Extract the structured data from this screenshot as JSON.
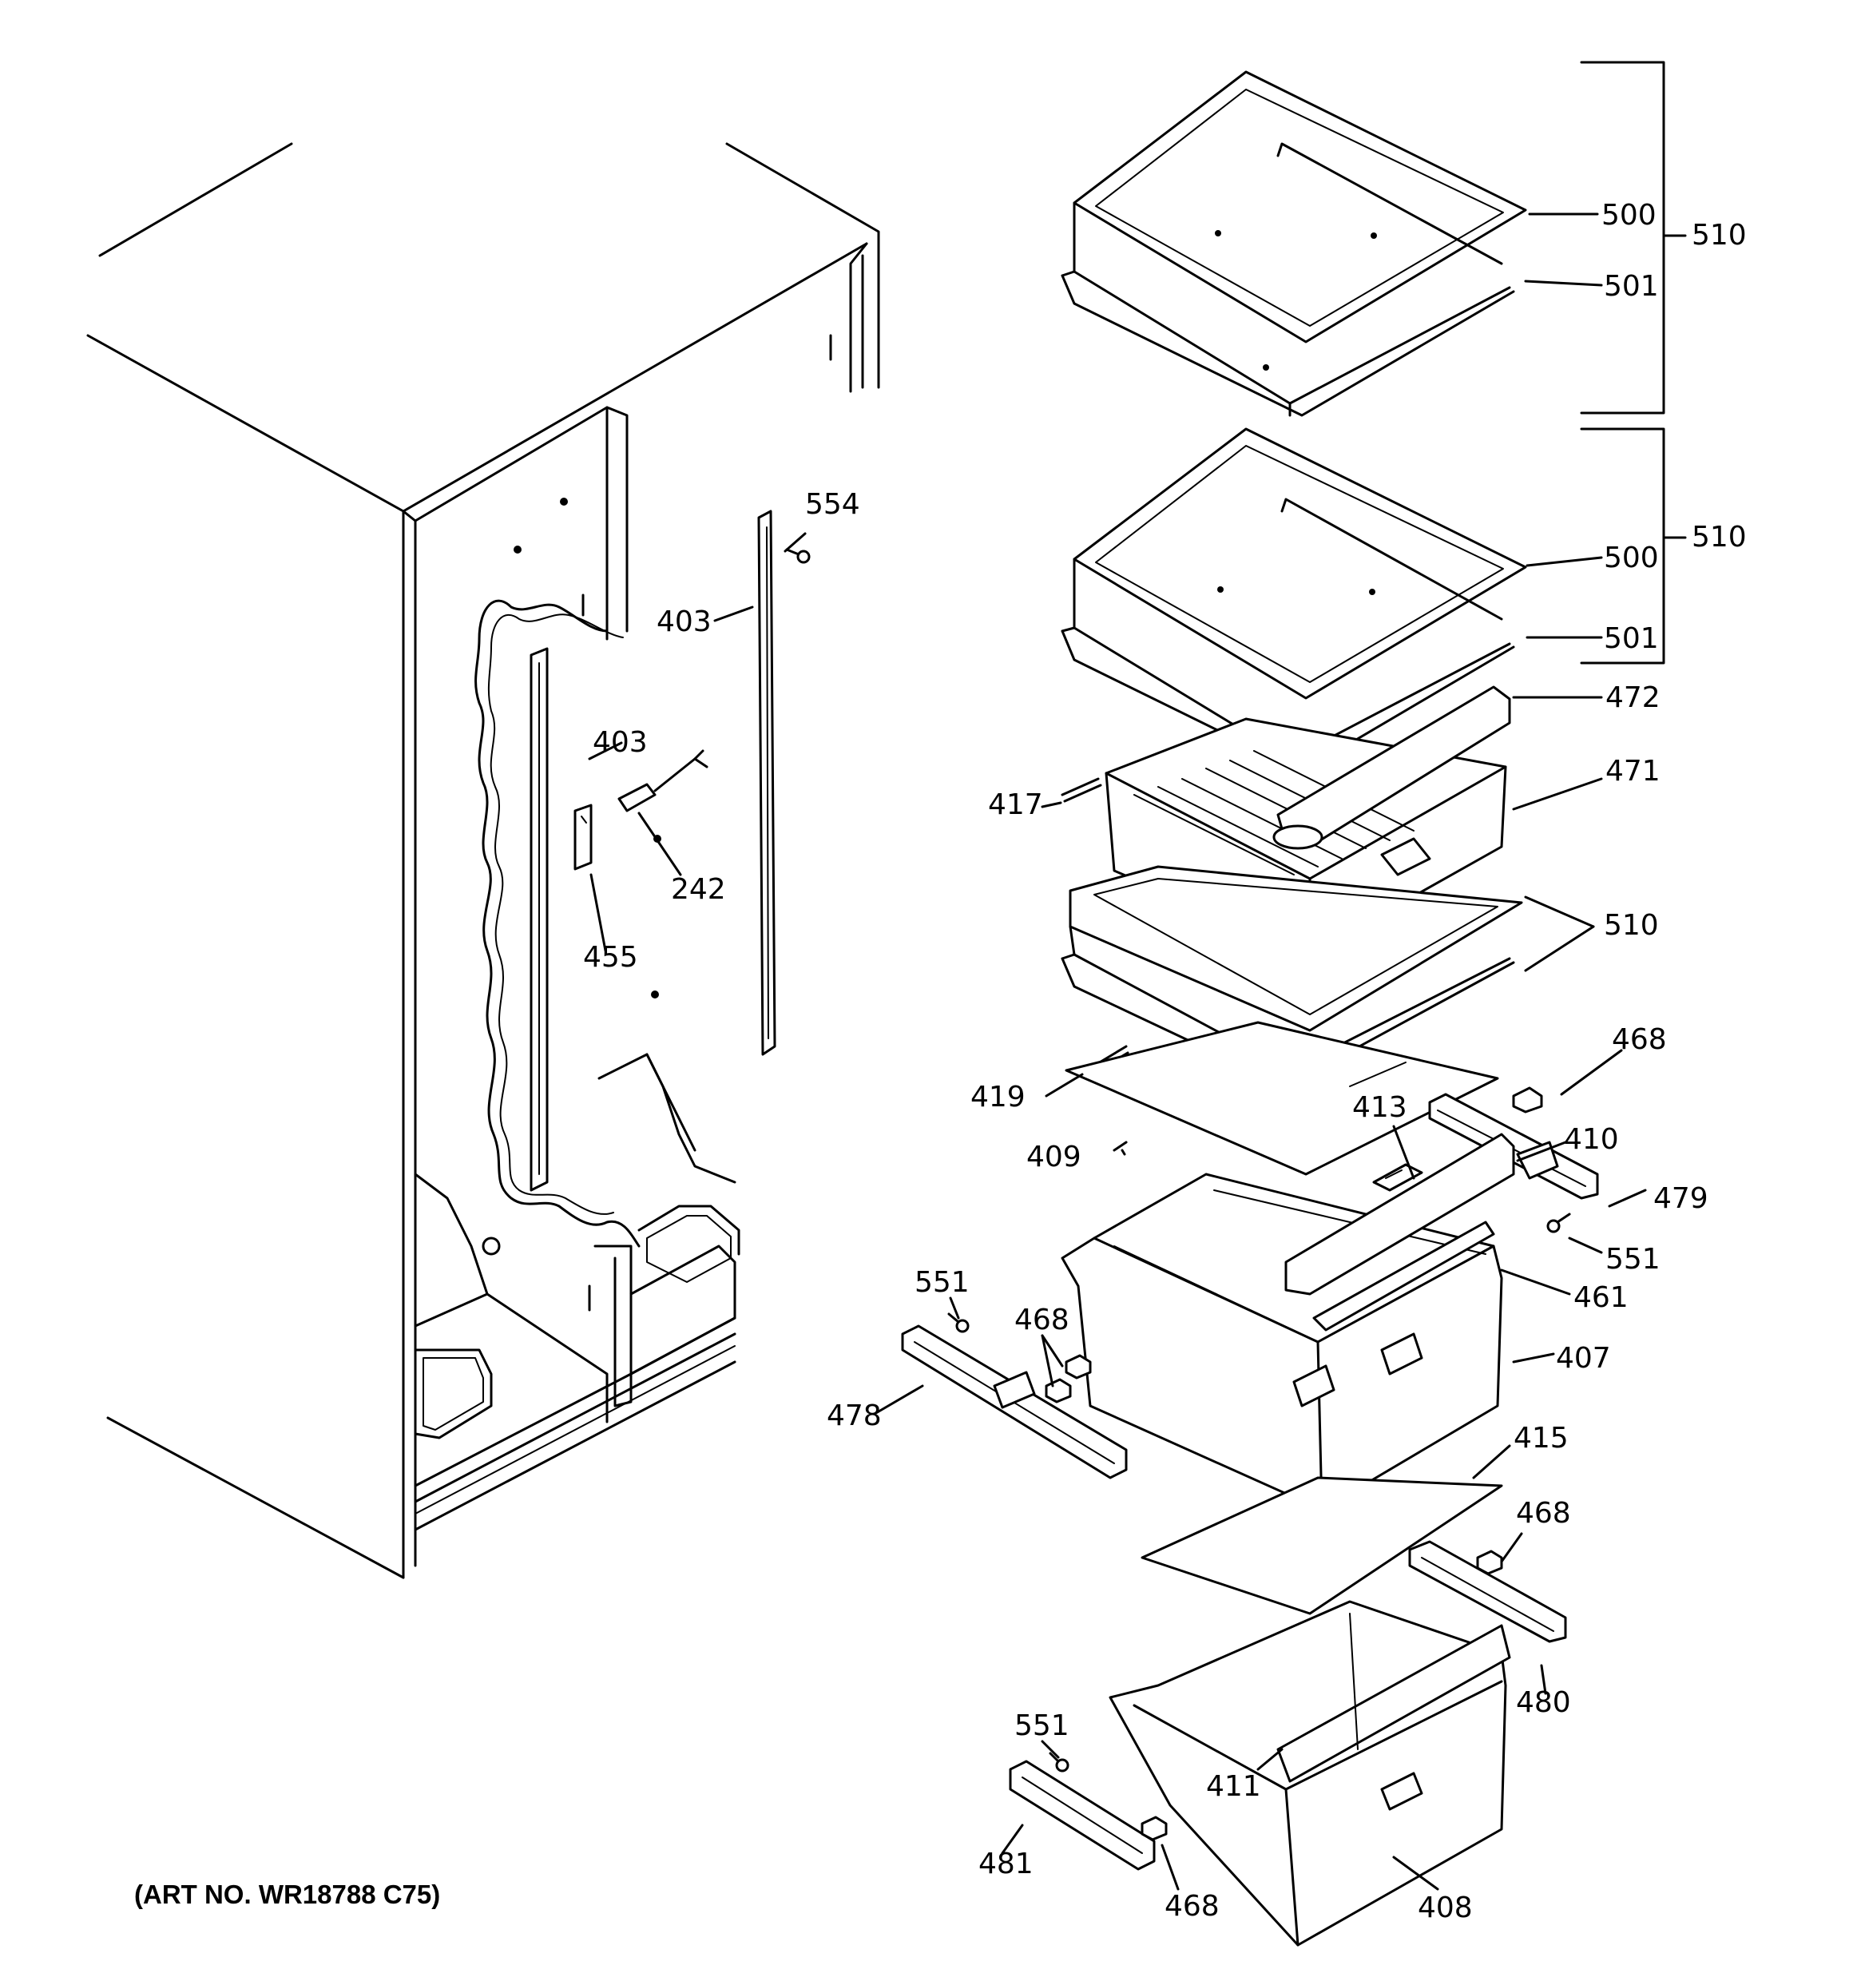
{
  "art_number": "(ART NO. WR18788 C75)",
  "callouts": {
    "c510a": "510",
    "c500a": "500",
    "c501a": "501",
    "c510b": "510",
    "c500b": "500",
    "c501b": "501",
    "c472": "472",
    "c471": "471",
    "c417": "417",
    "c510c": "510",
    "c554": "554",
    "c403a": "403",
    "c403b": "403",
    "c242": "242",
    "c455": "455",
    "c468a": "468",
    "c419": "419",
    "c413": "413",
    "c410": "410",
    "c409": "409",
    "c479": "479",
    "c551a": "551",
    "c461": "461",
    "c551b": "551",
    "c468b": "468",
    "c407": "407",
    "c478": "478",
    "c415": "415",
    "c468c": "468",
    "c480": "480",
    "c551c": "551",
    "c411": "411",
    "c481": "481",
    "c468d": "468",
    "c408": "408"
  }
}
